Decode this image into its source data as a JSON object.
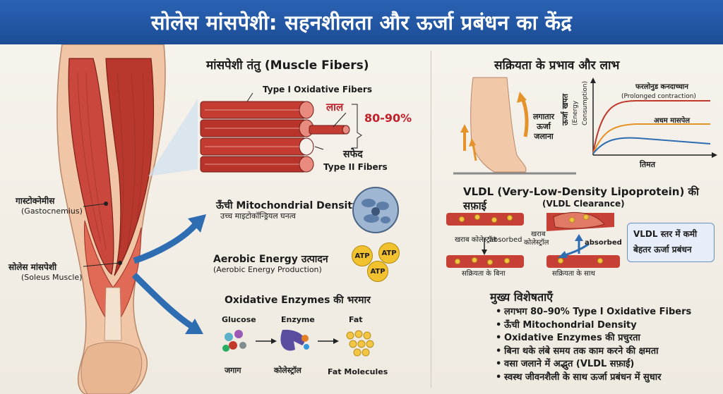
{
  "title": "सोलेस मांसपेशी: सहनशीलता और ऊर्जा प्रबंधन का केंद्र",
  "leg": {
    "gastro_hi": "गास्टोक्नेमीस",
    "gastro_en": "(Gastocnemius)",
    "soleus_hi": "सोलेस मांसपेशी",
    "soleus_en": "(Soleus Muscle)"
  },
  "fibers": {
    "heading": "मांसपेशी तंतु (Muscle Fibers)",
    "type1": "Type I Oxidative Fibers",
    "laal": "लाल",
    "pct": "80-90%",
    "safed": "सफेद",
    "type2": "Type II Fibers"
  },
  "mito": {
    "title": "ऊँची Mitochondrial Density",
    "sub": "उच्च माइटोकॉन्ड्रियल घनत्व"
  },
  "aerobic": {
    "title": "Aerobic Energy उत्पादन",
    "sub": "(Aerobic Energy Production)",
    "atp": "ATP"
  },
  "enzymes": {
    "title": "Oxidative Enzymes की भरमार",
    "glucose": "Glucose",
    "enzyme": "Enzyme",
    "fat": "Fat",
    "jagag": "जगाग",
    "cholesterol": "कोलेस्ट्रॉल",
    "fat_molecules": "Fat Molecules"
  },
  "activity": {
    "heading": "सक्रियता के प्रभाव और लाभ",
    "burn1": "लगातार",
    "burn2": "ऊर्जा",
    "burn3": "जलाना",
    "ylabel1": "ऊर्जा खपत",
    "ylabel2": "(Energy Consumption)",
    "prolonged_hi": "फरलोनुड कनदाच्चान",
    "prolonged_en": "(Prolonged contraction)",
    "other": "अधम मासपेल",
    "xlabel": "तिमत"
  },
  "vldl": {
    "title": "VLDL (Very-Low-Density Lipoprotein) की सफ़ाई",
    "sub": "(VLDL Clearance)",
    "bad_chol": "खराब कोलेस्ट्रॉल",
    "absorbed_q": "'absorbed",
    "without": "सक्रियता के बिना",
    "kharab1": "खराब",
    "kharab2": "कोलेस्ट्रॉल",
    "absorbed": "absorbed",
    "with": "सक्रियता के साथ",
    "box1": "VLDL स्तर में कमी",
    "box2": "बेहतर ऊर्जा प्रबंधन"
  },
  "features": {
    "heading": "मुख्य विशेषताएँ",
    "items": [
      "लगभग 80–90% Type I Oxidative Fibers",
      "ऊँची Mitochondrial Density",
      "Oxidative Enzymes की प्रचुरता",
      "बिना थके लंबे समय तक काम करने की क्षमता",
      "वसा जलाने में अद्भुत (VLDL सफ़ाई)",
      "स्वस्थ जीवनशैली के साथ ऊर्जा प्रबंधन में सुधार"
    ]
  },
  "colors": {
    "banner": "#1f57a4",
    "muscle_red": "#c0392b",
    "accent_red": "#c0212b",
    "arrow_blue": "#2f6db3"
  }
}
